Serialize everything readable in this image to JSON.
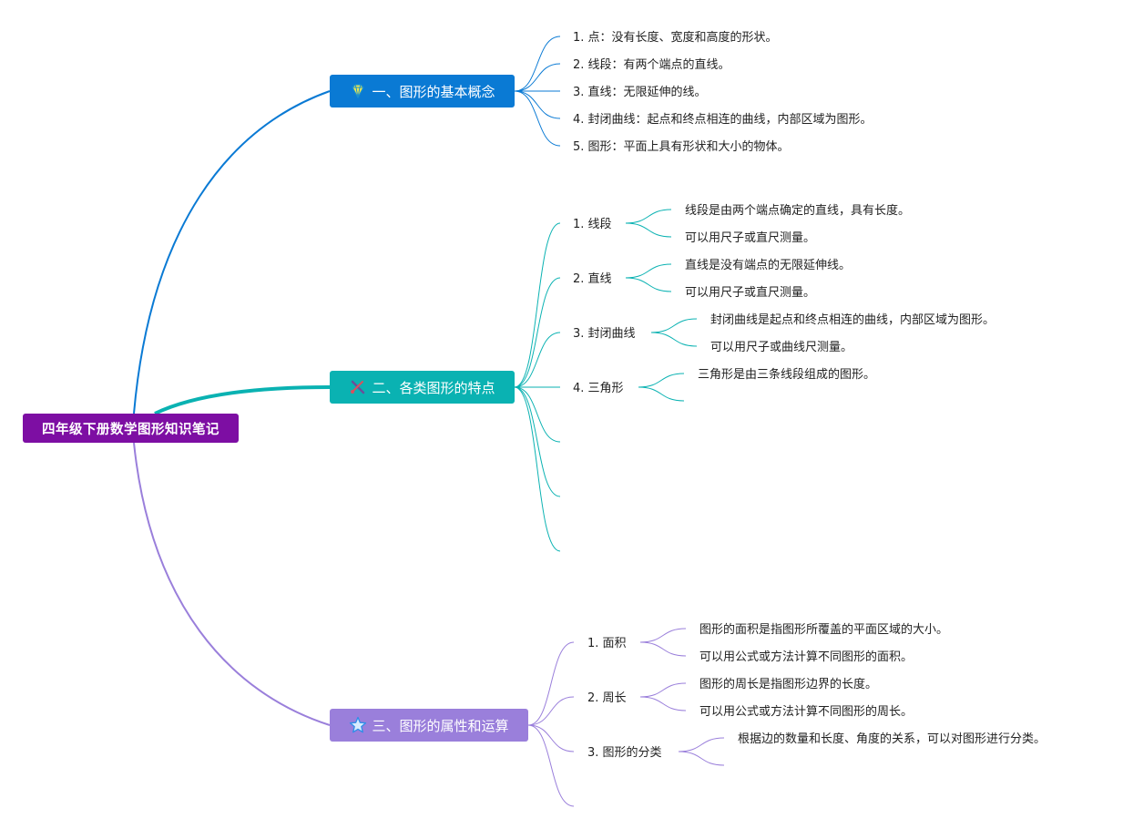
{
  "root": {
    "label": "四年级下册数学图形知识笔记",
    "color": "#7d0ea3"
  },
  "branches": [
    {
      "label": "一、图形的基本概念",
      "icon": "diamond-icon",
      "color": "#0a7ad4",
      "items": [
        "1. 点：没有长度、宽度和高度的形状。",
        "2. 线段：有两个端点的直线。",
        "3. 直线：无限延伸的线。",
        "4. 封闭曲线：起点和终点相连的曲线，内部区域为图形。",
        "5. 图形：平面上具有形状和大小的物体。"
      ]
    },
    {
      "label": "二、各类图形的特点",
      "icon": "tools-icon",
      "color": "#0ab2b2",
      "subtopics": [
        {
          "label": "1. 线段",
          "details": [
            "线段是由两个端点确定的直线，具有长度。",
            "可以用尺子或直尺测量。"
          ]
        },
        {
          "label": "2. 直线",
          "details": [
            "直线是没有端点的无限延伸线。",
            "可以用尺子或直尺测量。"
          ]
        },
        {
          "label": "3. 封闭曲线",
          "details": [
            "封闭曲线是起点和终点相连的曲线，内部区域为图形。",
            "可以用尺子或曲线尺测量。"
          ]
        },
        {
          "label": "4. 三角形",
          "details": [
            "三角形是由三条线段组成的图形。",
            ""
          ]
        },
        {
          "label": "",
          "details": []
        },
        {
          "label": "",
          "details": []
        },
        {
          "label": "",
          "details": []
        }
      ]
    },
    {
      "label": "三、图形的属性和运算",
      "icon": "star-icon",
      "color": "#9a7fdb",
      "subtopics": [
        {
          "label": "1. 面积",
          "details": [
            "图形的面积是指图形所覆盖的平面区域的大小。",
            "可以用公式或方法计算不同图形的面积。"
          ]
        },
        {
          "label": "2. 周长",
          "details": [
            "图形的周长是指图形边界的长度。",
            "可以用公式或方法计算不同图形的周长。"
          ]
        },
        {
          "label": "3. 图形的分类",
          "details": [
            "根据边的数量和长度、角度的关系，可以对图形进行分类。",
            ""
          ]
        },
        {
          "label": "",
          "details": []
        }
      ]
    }
  ]
}
